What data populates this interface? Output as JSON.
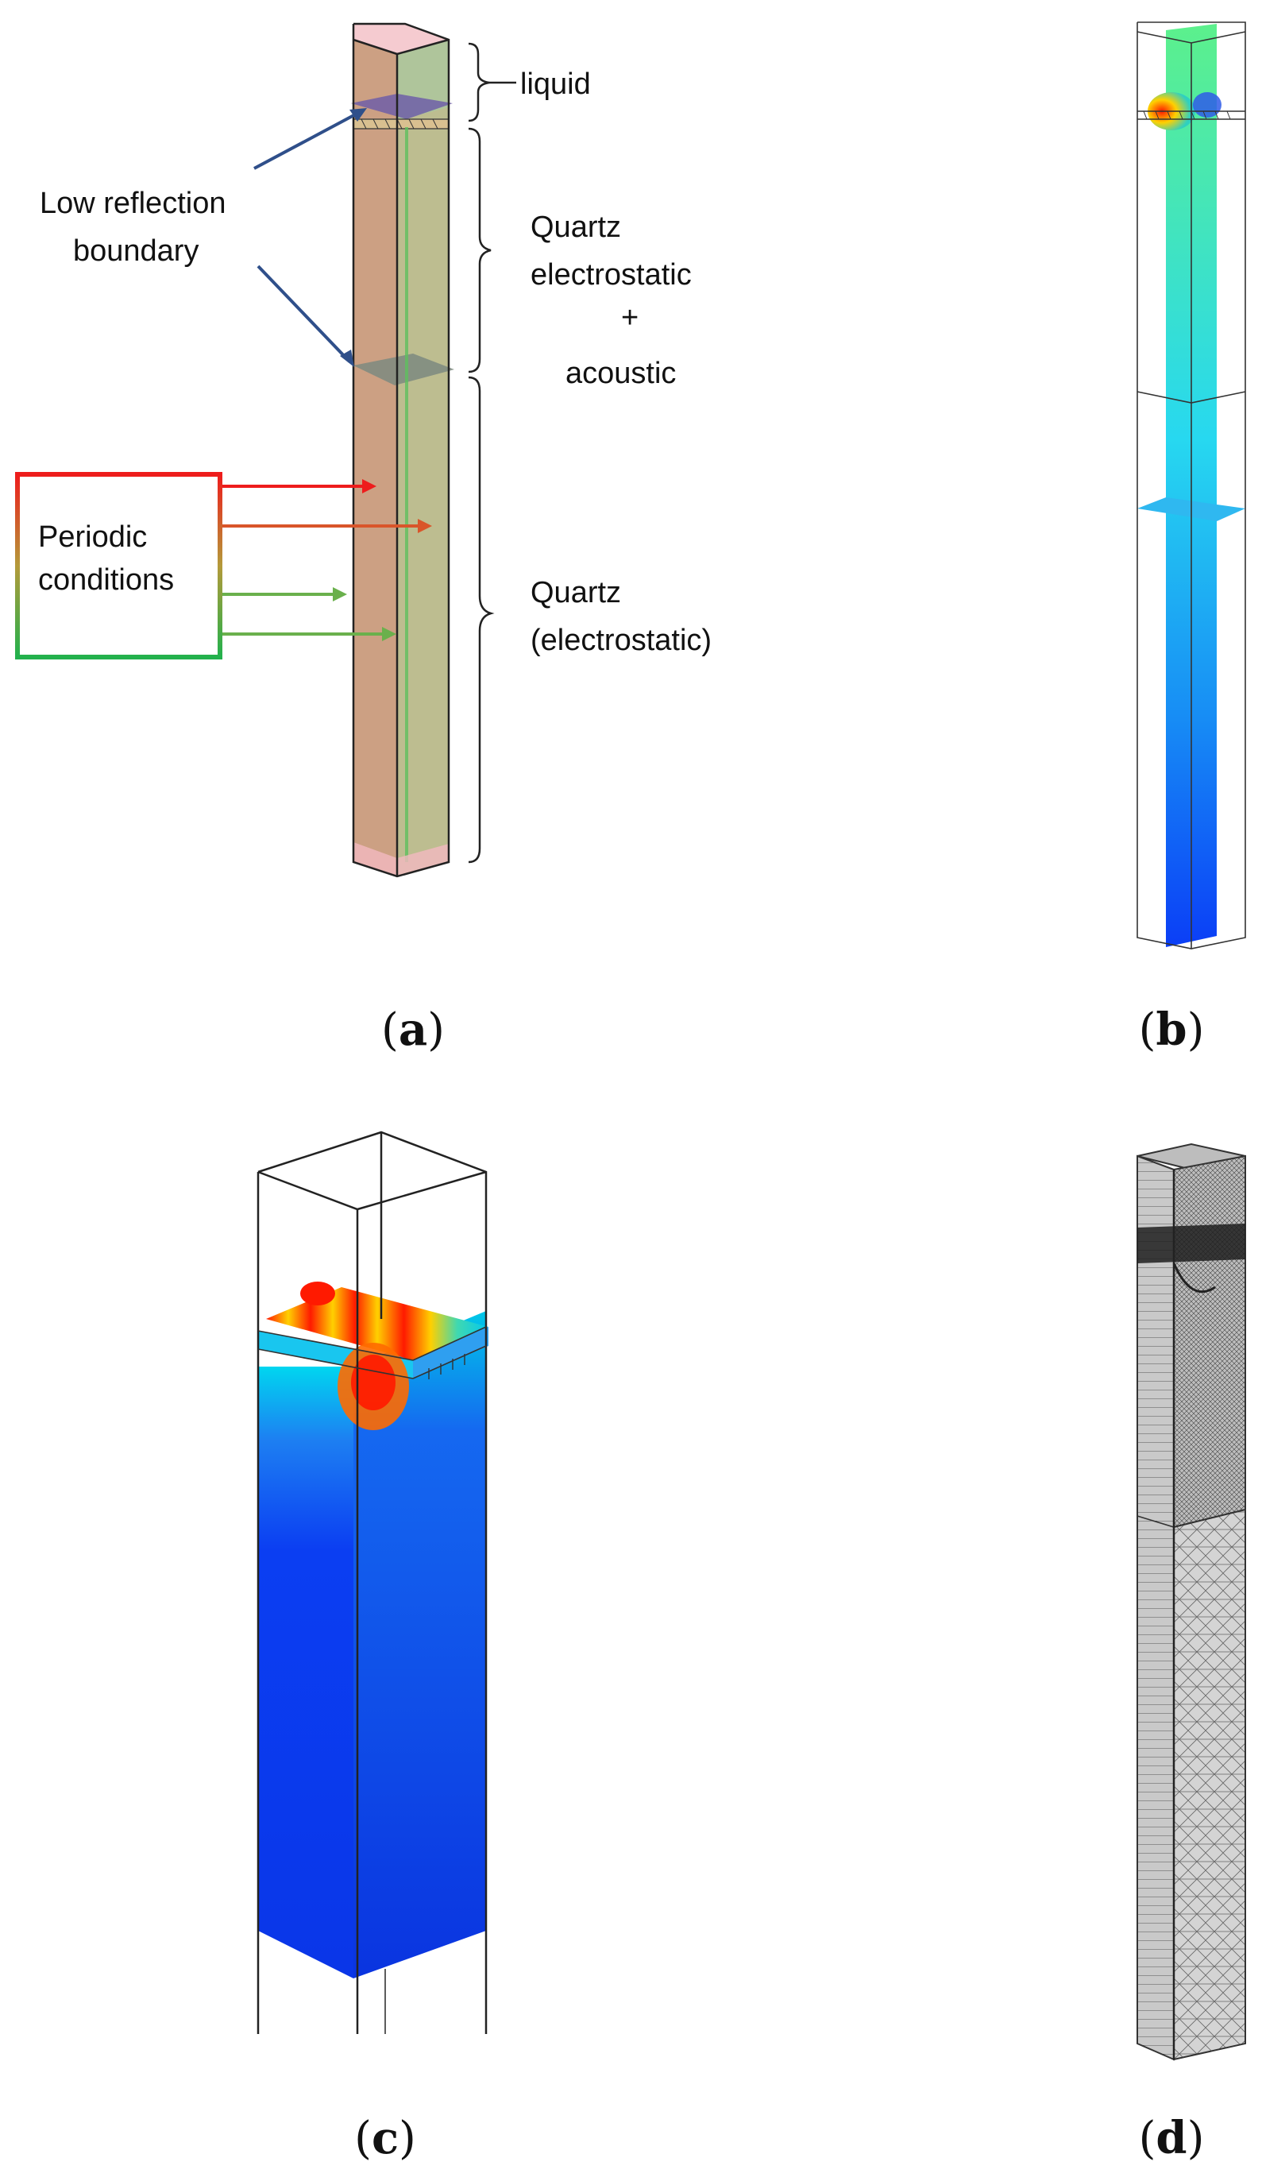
{
  "panel_a": {
    "labels": {
      "liquid": "liquid",
      "low_reflection_line1": "Low reflection",
      "low_reflection_line2": "boundary",
      "quartz_ea_line1": "Quartz",
      "quartz_ea_line2": "electrostatic",
      "quartz_ea_line3": "+",
      "quartz_ea_line4": "acoustic",
      "periodic_line1": "Periodic",
      "periodic_line2": "conditions",
      "quartz_es_line1": "Quartz",
      "quartz_es_line2": "(electrostatic)"
    },
    "colors": {
      "face_left": "#c99b7c",
      "face_right": "#b9b98a",
      "top_cap": "#f2b9c0",
      "boundary_top": "#6e5ea8",
      "boundary_mid": "#7d8a80",
      "arrow_blue": "#2f4f8a",
      "arrow_red": "#ee1c1c",
      "arrow_orange": "#d9552a",
      "arrow_green": "#6ab04c",
      "box_top": "#ee1c1c",
      "box_bottom": "#22b14c"
    }
  },
  "captions": {
    "a_open": "(",
    "a_letter": "a",
    "a_close": ")",
    "b_open": "(",
    "b_letter": "b",
    "b_close": ")",
    "c_open": "(",
    "c_letter": "c",
    "c_close": ")",
    "d_open": "(",
    "d_letter": "d",
    "d_close": ")"
  }
}
